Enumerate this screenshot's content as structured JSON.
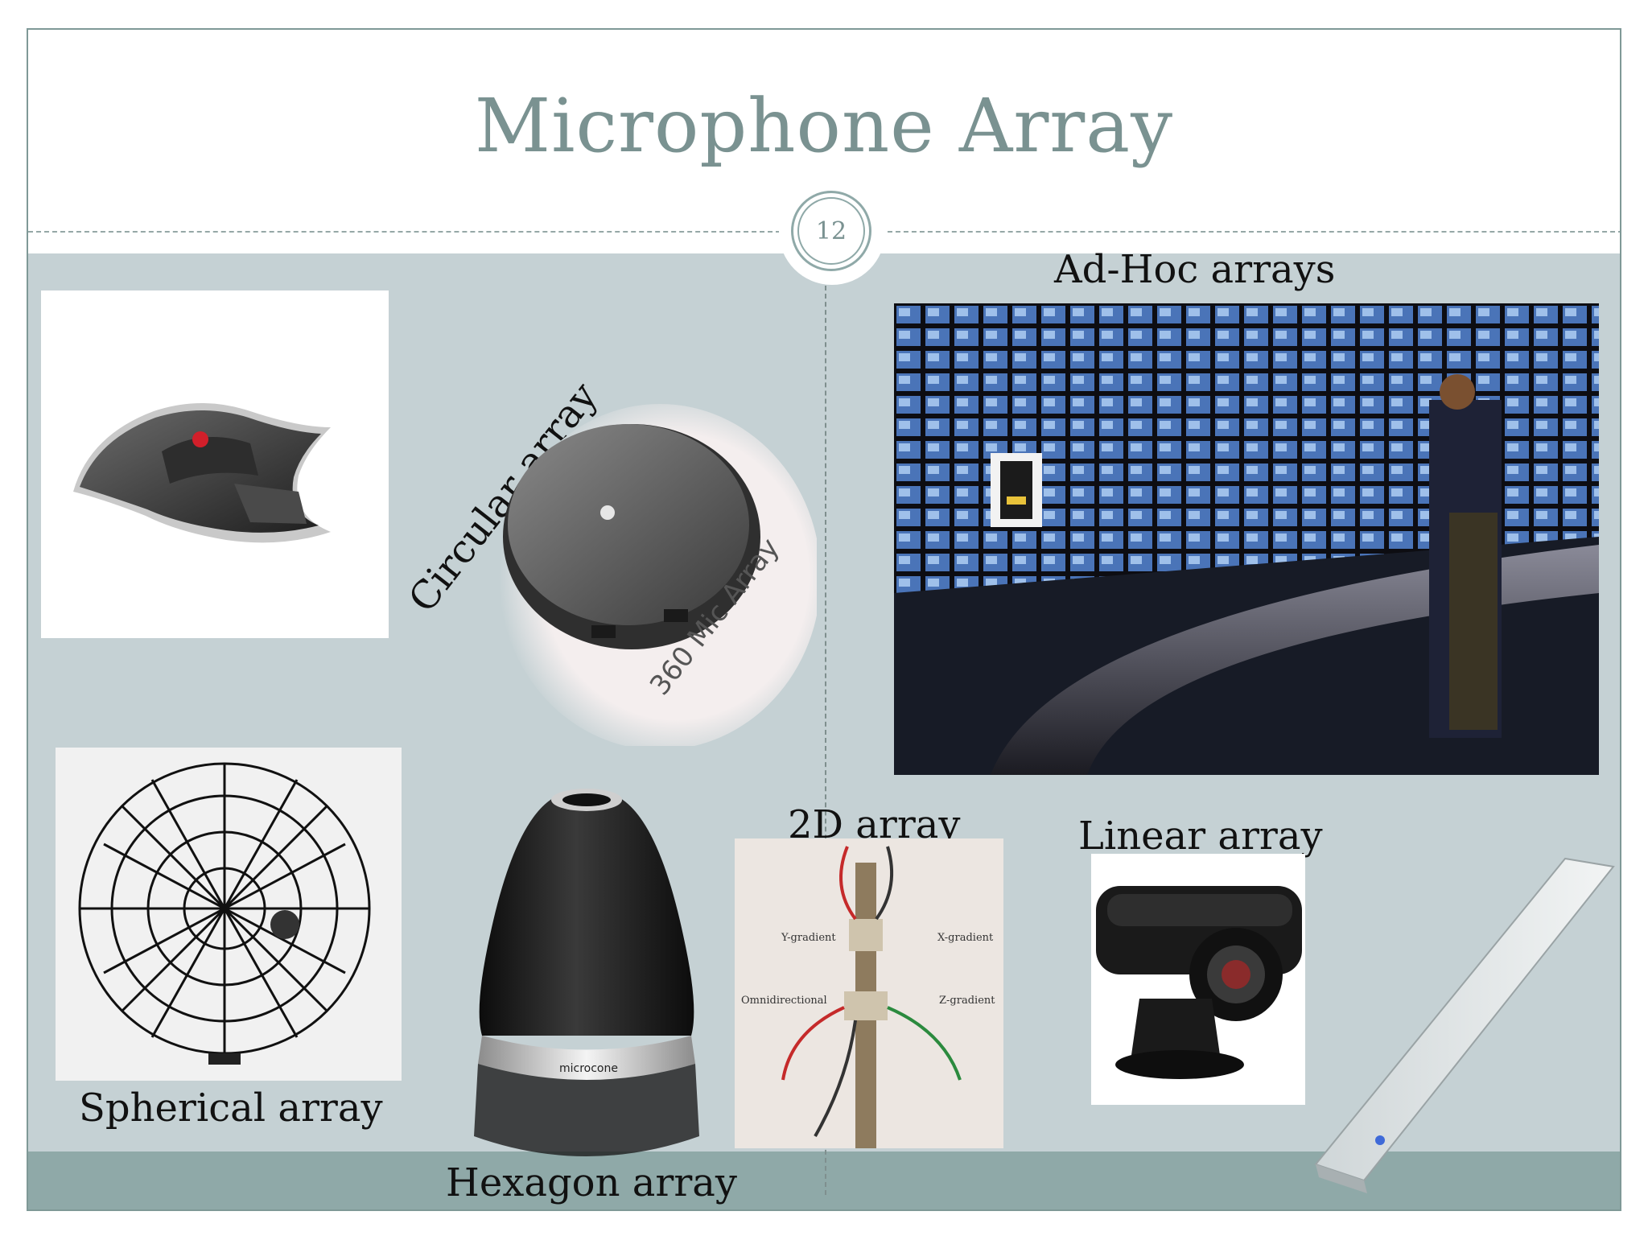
{
  "slide": {
    "title": "Microphone Array",
    "page_number": "12"
  },
  "labels": {
    "circular": "Circular array",
    "adhoc": "Ad-Hoc arrays",
    "spherical": "Spherical array",
    "hexagon": "Hexagon array",
    "twod": "2D array",
    "linear": "Linear array"
  },
  "image_text": {
    "mic360": "360 Mic Array",
    "y_gradient": "Y-gradient",
    "x_gradient": "X-gradient",
    "omni": "Omnidirectional",
    "z_gradient": "Z-gradient",
    "microcone": "microcone"
  },
  "colors": {
    "title": "#7a9291",
    "content_bg": "#c5d1d4",
    "footer_band": "#8fa9a8",
    "border": "#7f9997"
  }
}
